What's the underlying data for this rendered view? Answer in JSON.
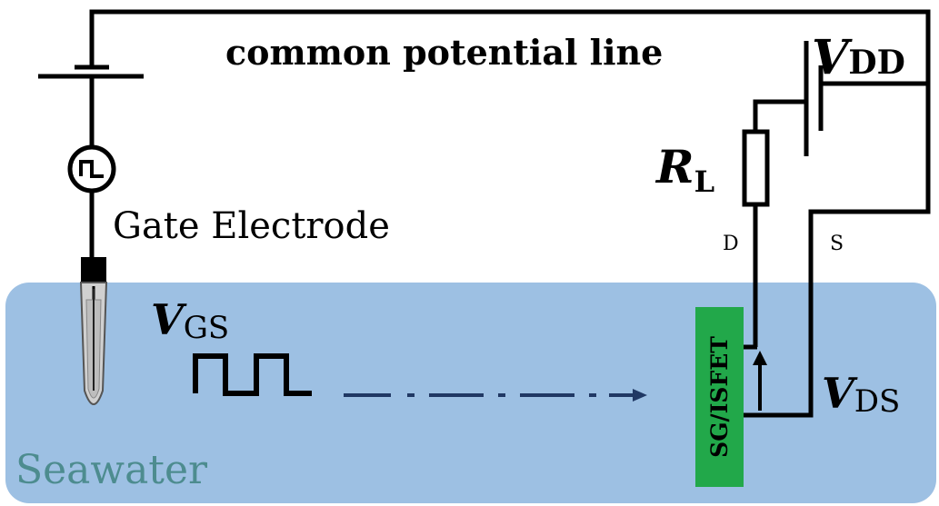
{
  "labels": {
    "common_line": "common potential line",
    "vdd_main": "V",
    "vdd_sub": "DD",
    "rl_main": "R",
    "rl_sub": "L",
    "gate_electrode": "Gate Electrode",
    "drain": "D",
    "source": "S",
    "vgs_main": "V",
    "vgs_sub": "GS",
    "vds_main": "V",
    "vds_sub": "DS",
    "sensor": "SG/ISFET",
    "seawater": "Seawater"
  },
  "colors": {
    "wire": "#000000",
    "seawater_fill": "#9dc0e3",
    "seawater_text": "#4d8c8f",
    "sensor_fill": "#22a84a",
    "arrow_dash": "#203864",
    "electrode_tip": "#d0d0d0"
  },
  "icons": {
    "pulse_source": "square-wave-source-icon",
    "battery": "battery-icon",
    "resistor": "resistor-icon",
    "electrode": "reference-electrode-icon"
  }
}
